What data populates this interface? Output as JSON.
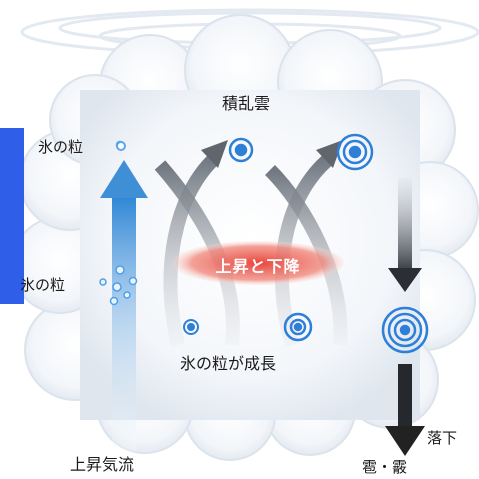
{
  "labels": {
    "cloud_name": "積乱雲",
    "ice_top": "氷の粒",
    "ice_bottom": "氷の粒",
    "up_down": "上昇と下降",
    "grow": "氷の粒が成長",
    "updraft": "上昇気流",
    "fall": "落下",
    "hail": "雹・霰"
  },
  "colors": {
    "side_bar": "#2f5fe8",
    "updraft_arrow": "#3f8fd6",
    "pill": "#e8453c",
    "dark_arrow": "#222222",
    "ice_ring": "#2e7fd8"
  }
}
